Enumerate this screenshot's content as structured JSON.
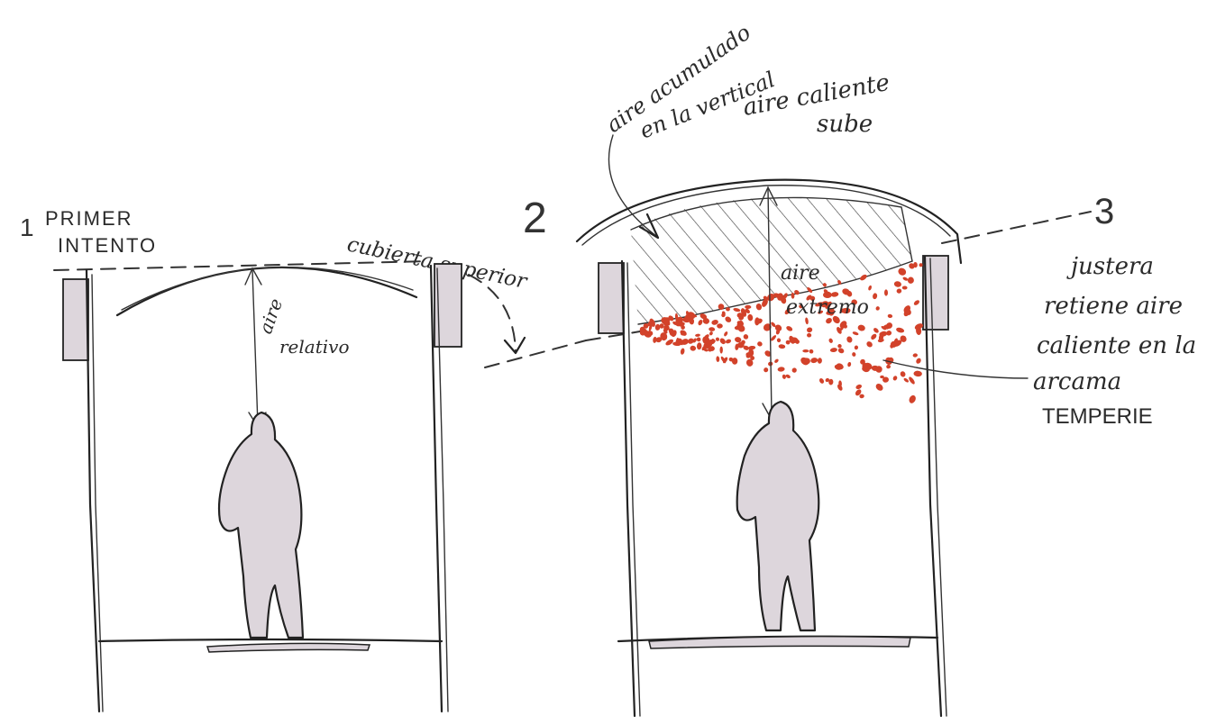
{
  "colors": {
    "ink": "#222222",
    "figure_fill": "#ddd6dc",
    "panel_fill": "#ddd6dc",
    "hot_air_dots": "#d2422a",
    "hatch": "#444444",
    "background": "#ffffff"
  },
  "left_sketch": {
    "number": "1",
    "title_line1": "PRIMER",
    "title_line2": "INTENTO",
    "canopy_label": "cubierta superior",
    "air_label_line1": "aire",
    "air_label_line2": "relativo"
  },
  "right_sketch": {
    "number_2": "2",
    "number_3": "3",
    "accumulated_line1": "aire acumulado",
    "accumulated_line2": "en la vertical",
    "hot_air_line1": "aire caliente",
    "hot_air_line2": "sube",
    "extreme_line1": "aire",
    "extreme_line2": "extremo",
    "note_line1": "justera",
    "note_line2": "retiene aire",
    "note_line3": "caliente en la",
    "note_line4": "arcama",
    "note_line5": "TEMPERIE"
  }
}
